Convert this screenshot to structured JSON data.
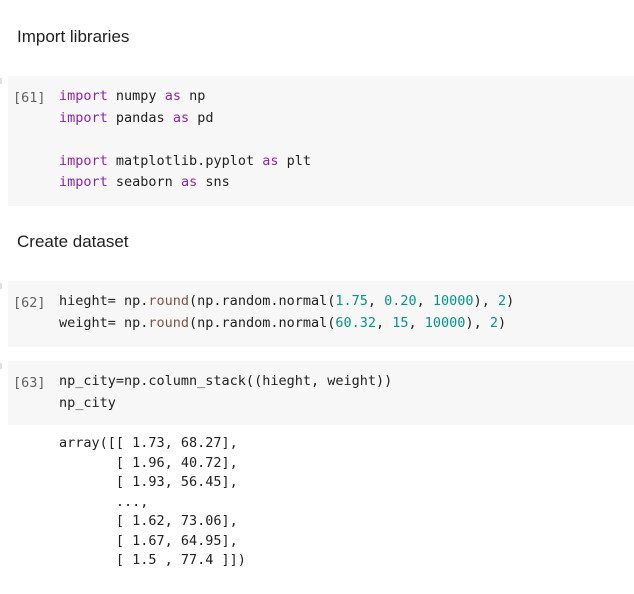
{
  "sections": {
    "import_heading": "Import libraries",
    "create_heading": "Create dataset"
  },
  "cells": [
    {
      "prompt": "[61]",
      "lines": [
        [
          {
            "t": "import",
            "c": "kw"
          },
          {
            "t": " numpy ",
            "c": ""
          },
          {
            "t": "as",
            "c": "kw"
          },
          {
            "t": " np",
            "c": ""
          }
        ],
        [
          {
            "t": "import",
            "c": "kw"
          },
          {
            "t": " pandas ",
            "c": ""
          },
          {
            "t": "as",
            "c": "kw"
          },
          {
            "t": " pd",
            "c": ""
          }
        ],
        [],
        [
          {
            "t": "import",
            "c": "kw"
          },
          {
            "t": " matplotlib.pyplot ",
            "c": ""
          },
          {
            "t": "as",
            "c": "kw"
          },
          {
            "t": " plt",
            "c": ""
          }
        ],
        [
          {
            "t": "import",
            "c": "kw"
          },
          {
            "t": " seaborn ",
            "c": ""
          },
          {
            "t": "as",
            "c": "kw"
          },
          {
            "t": " sns",
            "c": ""
          }
        ]
      ]
    },
    {
      "prompt": "[62]",
      "lines": [
        [
          {
            "t": "hieght= np.",
            "c": ""
          },
          {
            "t": "round",
            "c": "fn"
          },
          {
            "t": "(np.random.normal(",
            "c": ""
          },
          {
            "t": "1.75",
            "c": "num"
          },
          {
            "t": ", ",
            "c": ""
          },
          {
            "t": "0.20",
            "c": "num"
          },
          {
            "t": ", ",
            "c": ""
          },
          {
            "t": "10000",
            "c": "num"
          },
          {
            "t": "), ",
            "c": ""
          },
          {
            "t": "2",
            "c": "num"
          },
          {
            "t": ")",
            "c": ""
          }
        ],
        [
          {
            "t": "weight= np.",
            "c": ""
          },
          {
            "t": "round",
            "c": "fn"
          },
          {
            "t": "(np.random.normal(",
            "c": ""
          },
          {
            "t": "60.32",
            "c": "num"
          },
          {
            "t": ", ",
            "c": ""
          },
          {
            "t": "15",
            "c": "num"
          },
          {
            "t": ", ",
            "c": ""
          },
          {
            "t": "10000",
            "c": "num"
          },
          {
            "t": "), ",
            "c": ""
          },
          {
            "t": "2",
            "c": "num"
          },
          {
            "t": ")",
            "c": ""
          }
        ]
      ]
    },
    {
      "prompt": "[63]",
      "lines": [
        [
          {
            "t": "np_city=np.column_stack((hieght, weight))",
            "c": ""
          }
        ],
        [
          {
            "t": "np_city",
            "c": ""
          }
        ]
      ]
    }
  ],
  "output": [
    "array([[ 1.73, 68.27],",
    "       [ 1.96, 40.72],",
    "       [ 1.93, 56.45],",
    "       ...,",
    "       [ 1.62, 73.06],",
    "       [ 1.67, 64.95],",
    "       [ 1.5 , 77.4 ]])"
  ]
}
